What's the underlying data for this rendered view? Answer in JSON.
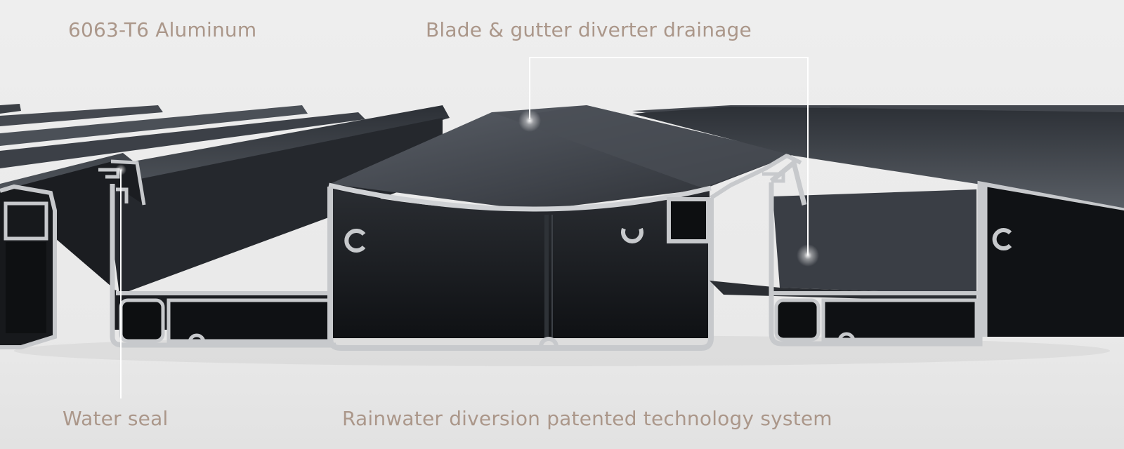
{
  "callouts": {
    "material": "6063-T6 Aluminum",
    "drainage": "Blade & gutter diverter drainage",
    "seal": "Water seal",
    "technology": "Rainwater diversion patented technology system"
  },
  "colors": {
    "background": "#ececec",
    "label_text": "#ab978a",
    "profile_dark": "#23262b",
    "profile_top": "#50555c",
    "section_metal": "#c7c9cc",
    "leader_line": "#ffffff"
  }
}
